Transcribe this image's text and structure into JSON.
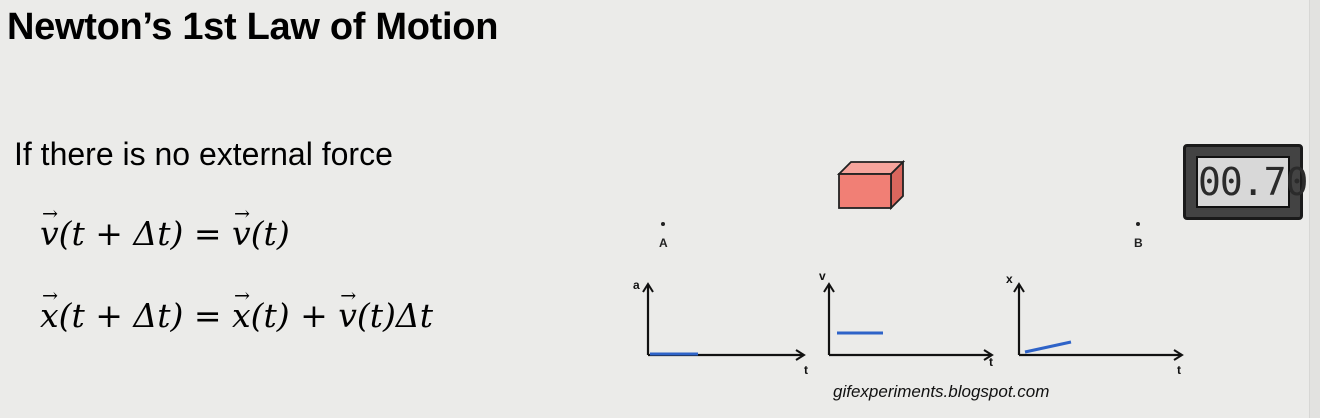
{
  "slide": {
    "title": "Newton’s 1st Law of Motion",
    "intro": "If there is no external force"
  },
  "equations": {
    "eq1": {
      "lhs_vec": "v",
      "lhs_args": "(t + Δt) = ",
      "rhs_vec": "v",
      "rhs_args": "(t)"
    },
    "eq2": {
      "lhs_vec": "x",
      "lhs_args": "(t + Δt) = ",
      "rhs_vec1": "x",
      "rhs_args1": "(t) + ",
      "rhs_vec2": "v",
      "rhs_args2": "(t)Δt"
    }
  },
  "animation": {
    "point_a": "A",
    "point_b": "B",
    "timer": "00.70",
    "cube_icon": "cube-icon",
    "cube_color": "#f17f75"
  },
  "graphs": [
    {
      "ylabel": "a",
      "xlabel": "t"
    },
    {
      "ylabel": "v",
      "xlabel": "t"
    },
    {
      "ylabel": "x",
      "xlabel": "t"
    }
  ],
  "colors": {
    "plot_line": "#2e63c8"
  },
  "credit": "gifexperiments.blogspot.com"
}
